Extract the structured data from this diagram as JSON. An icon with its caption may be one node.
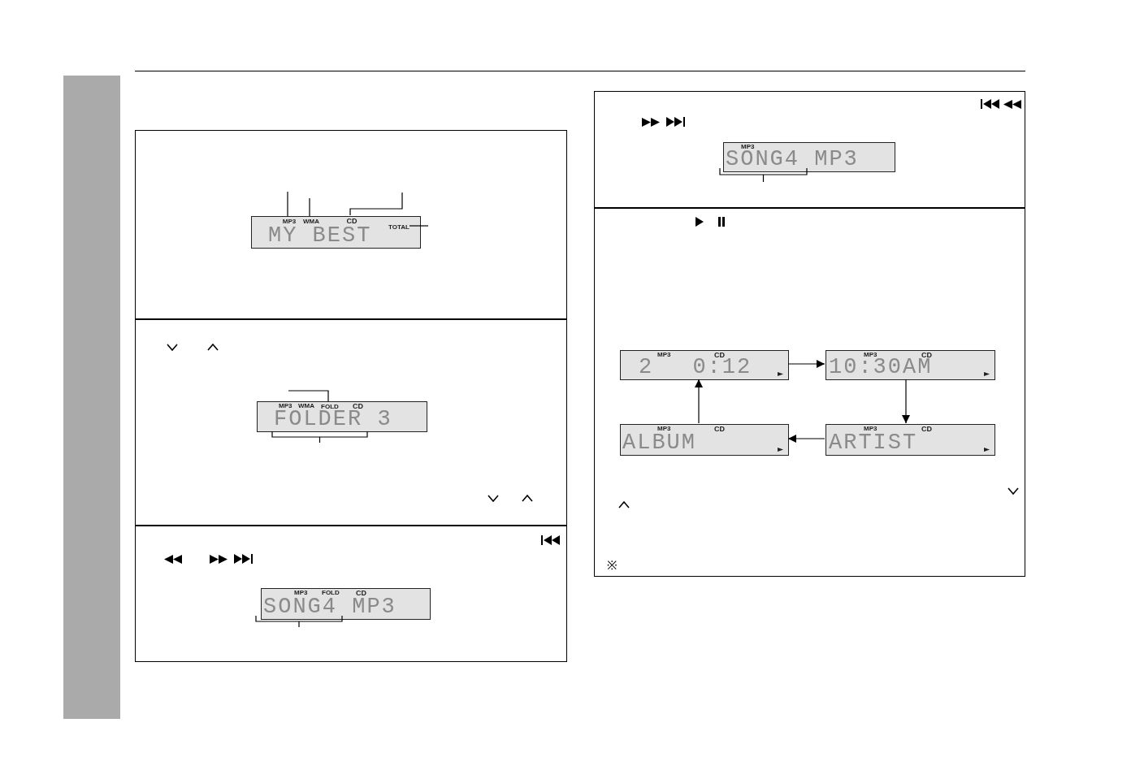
{
  "diagram": {
    "nodes": [
      {
        "text": [],
        "shape": "box"
      },
      {
        "text": [
          "MY BEST"
        ],
        "in": 0
      },
      {
        "text": [
          "MP3"
        ],
        "in": 1
      },
      {
        "text": [
          "WMA"
        ],
        "in": 1
      },
      {
        "text": [
          "CD"
        ],
        "in": 1
      },
      {
        "text": [
          "TOTAL"
        ],
        "in": 1
      },
      {
        "text": [],
        "shape": "box"
      },
      {
        "text": [
          "MP3",
          "WMA",
          "CD",
          "FOLDER 3"
        ],
        "in": 6
      },
      {
        "text": [
          "FOLD"
        ],
        "in": 7
      },
      {
        "text": [],
        "shape": "box"
      },
      {
        "text": [
          "MP3",
          "FOLD",
          "CD",
          "SONG4 MP3"
        ],
        "in": 9
      },
      {
        "text": [],
        "shape": "box"
      },
      {
        "text": [
          "MP3",
          "SONG4 MP3"
        ],
        "in": 11
      },
      {
        "text": [],
        "shape": "box"
      },
      {
        "text": [
          "MP3",
          "CD",
          "2 0:12"
        ],
        "in": 13
      },
      {
        "text": [
          "MP3",
          "CD",
          "10:30AM"
        ],
        "in": 13
      },
      {
        "text": [
          "MP3",
          "CD",
          "ALBUM"
        ],
        "in": 13
      },
      {
        "text": [
          "MP3",
          "CD",
          "ARTIST"
        ],
        "in": 13
      },
      {
        "text": [],
        "shape": "bar"
      }
    ],
    "edges": [
      {
        "from": null,
        "to": 2,
        "arrow": "none"
      },
      {
        "from": null,
        "to": 3,
        "arrow": "none"
      },
      {
        "from": null,
        "to": 4,
        "arrow": "none"
      },
      {
        "from": null,
        "to": 5,
        "arrow": "none"
      },
      {
        "from": null,
        "to": 8,
        "arrow": "none"
      },
      {
        "from": 14,
        "to": 15,
        "arrow": "to"
      },
      {
        "from": 15,
        "to": 17,
        "arrow": "to"
      },
      {
        "from": 17,
        "to": 16,
        "arrow": "to"
      },
      {
        "from": 16,
        "to": 14,
        "arrow": "to"
      }
    ],
    "labels": [
      "※"
    ]
  }
}
